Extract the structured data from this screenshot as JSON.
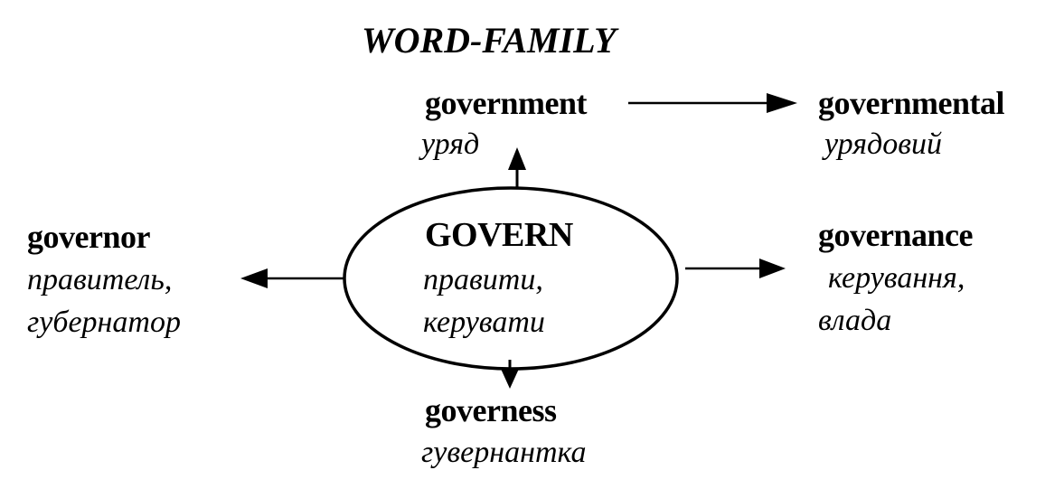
{
  "title": "WORD-FAMILY",
  "root": {
    "word": "GOVERN",
    "gloss_line1": "правити,",
    "gloss_line2": "керувати"
  },
  "derivatives": {
    "government": {
      "word": "government",
      "gloss": "уряд"
    },
    "governmental": {
      "word": "governmental",
      "gloss": "урядовий"
    },
    "governor": {
      "word": "governor",
      "gloss_line1": "правитель,",
      "gloss_line2": "губернатор"
    },
    "governance": {
      "word": "governance",
      "gloss_line1": "керування,",
      "gloss_line2": "влада"
    },
    "governess": {
      "word": "governess",
      "gloss": "гувернантка"
    }
  }
}
